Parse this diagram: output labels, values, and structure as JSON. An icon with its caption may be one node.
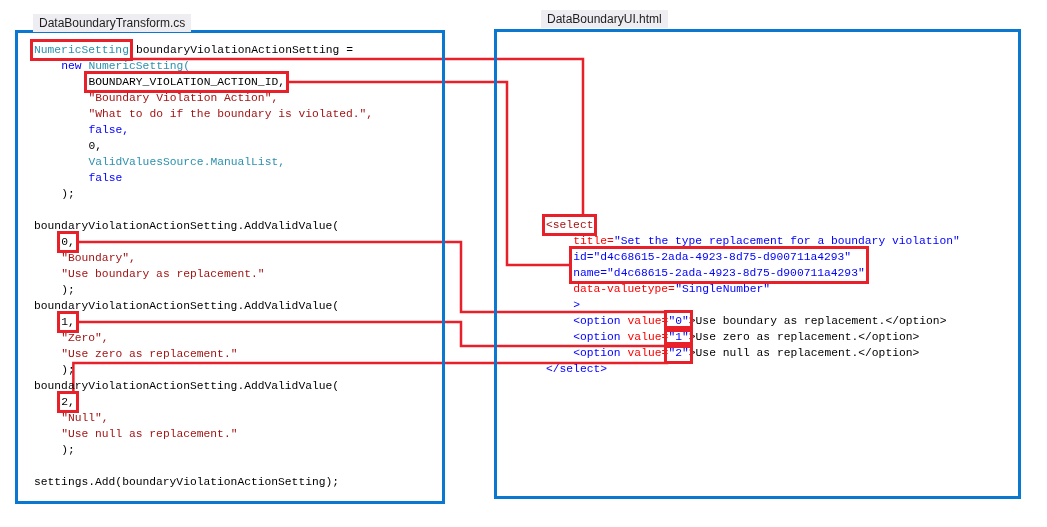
{
  "diagram": {
    "nodes": [
      {
        "text": [
          "DataBoundaryTransform.cs"
        ]
      },
      {
        "text": [
          "DataBoundaryUI.html"
        ]
      },
      {
        "text": [
          "NumericSetting"
        ],
        "in": 0
      },
      {
        "text": [
          "BOUNDARY_VIOLATION_ACTION_ID,"
        ],
        "in": 0
      },
      {
        "text": [
          "0,"
        ],
        "in": 0
      },
      {
        "text": [
          "1,"
        ],
        "in": 0
      },
      {
        "text": [
          "2,"
        ],
        "in": 0
      },
      {
        "text": [
          "<select"
        ],
        "in": 1
      },
      {
        "text": [
          "id=\"d4c68615-2ada-4923-8d75-d900711a4293\"",
          "name=\"d4c68615-2ada-4923-8d75-d900711a4293\""
        ],
        "in": 1
      },
      {
        "text": [
          "\"0\""
        ],
        "in": 1
      },
      {
        "text": [
          "\"1\""
        ],
        "in": 1
      },
      {
        "text": [
          "\"2\""
        ],
        "in": 1
      }
    ],
    "edges": [
      {
        "from": 2,
        "to": 7,
        "arrow": "none"
      },
      {
        "from": 3,
        "to": 8,
        "arrow": "none"
      },
      {
        "from": 4,
        "to": 9,
        "arrow": "none"
      },
      {
        "from": 5,
        "to": 10,
        "arrow": "none"
      },
      {
        "from": 6,
        "to": 11,
        "arrow": "none"
      }
    ],
    "labels": [
      "boundaryViolationActionSetting =",
      "new",
      "NumericSetting(",
      "\"Boundary Violation Action\",",
      "\"What to do if the boundary is violated.\",",
      "false,",
      "0,",
      "ValidValuesSource.ManualList,",
      "false",
      ");",
      "boundaryViolationActionSetting.AddValidValue(",
      "\"Boundary\",",
      "\"Use boundary as replacement.\"",
      ");",
      "boundaryViolationActionSetting.AddValidValue(",
      "\"Zero\",",
      "\"Use zero as replacement.\"",
      ");",
      "boundaryViolationActionSetting.AddValidValue(",
      "\"Null\",",
      "\"Use null as replacement.\"",
      ");",
      "settings.Add(boundaryViolationActionSetting);",
      "title=",
      "\"Set the type replacement for a boundary violation\"",
      "data-valuetype=",
      "\"SingleNumber\"",
      ">",
      "<option",
      "value=",
      ">Use boundary as replacement.</option>",
      "<option",
      "value=",
      ">Use zero as replacement.</option>",
      "<option",
      "value=",
      ">Use null as replacement.</option>",
      "</select>"
    ]
  }
}
